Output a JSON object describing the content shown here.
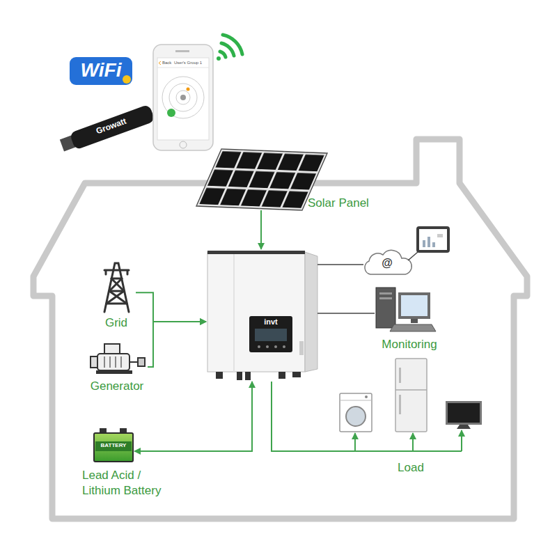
{
  "diagram": {
    "nodes": [
      {
        "text": [
          "Solar Panel"
        ]
      },
      {
        "text": [
          "Grid"
        ]
      },
      {
        "text": [
          "Generator"
        ]
      },
      {
        "text": [
          "invt"
        ]
      },
      {
        "text": [
          "@"
        ]
      },
      {
        "text": [
          "Monitoring"
        ]
      },
      {
        "text": [
          "BATTERY",
          "Lead Acid / Lithium Battery"
        ]
      },
      {
        "text": [
          "Load"
        ]
      }
    ],
    "edges": [
      {
        "from": 0,
        "to": 3,
        "arrow": "to"
      },
      {
        "from": 1,
        "to": 3,
        "arrow": "to"
      },
      {
        "from": 2,
        "to": 3,
        "arrow": "to"
      },
      {
        "from": 3,
        "to": 4,
        "arrow": "none"
      },
      {
        "from": 3,
        "to": 5,
        "arrow": "none"
      },
      {
        "from": 3,
        "to": 6,
        "arrow": "both"
      },
      {
        "from": 3,
        "to": 7,
        "arrow": "to"
      }
    ],
    "labels": [
      "WiFi",
      "Growatt",
      "Back",
      "User's Group 1"
    ]
  }
}
